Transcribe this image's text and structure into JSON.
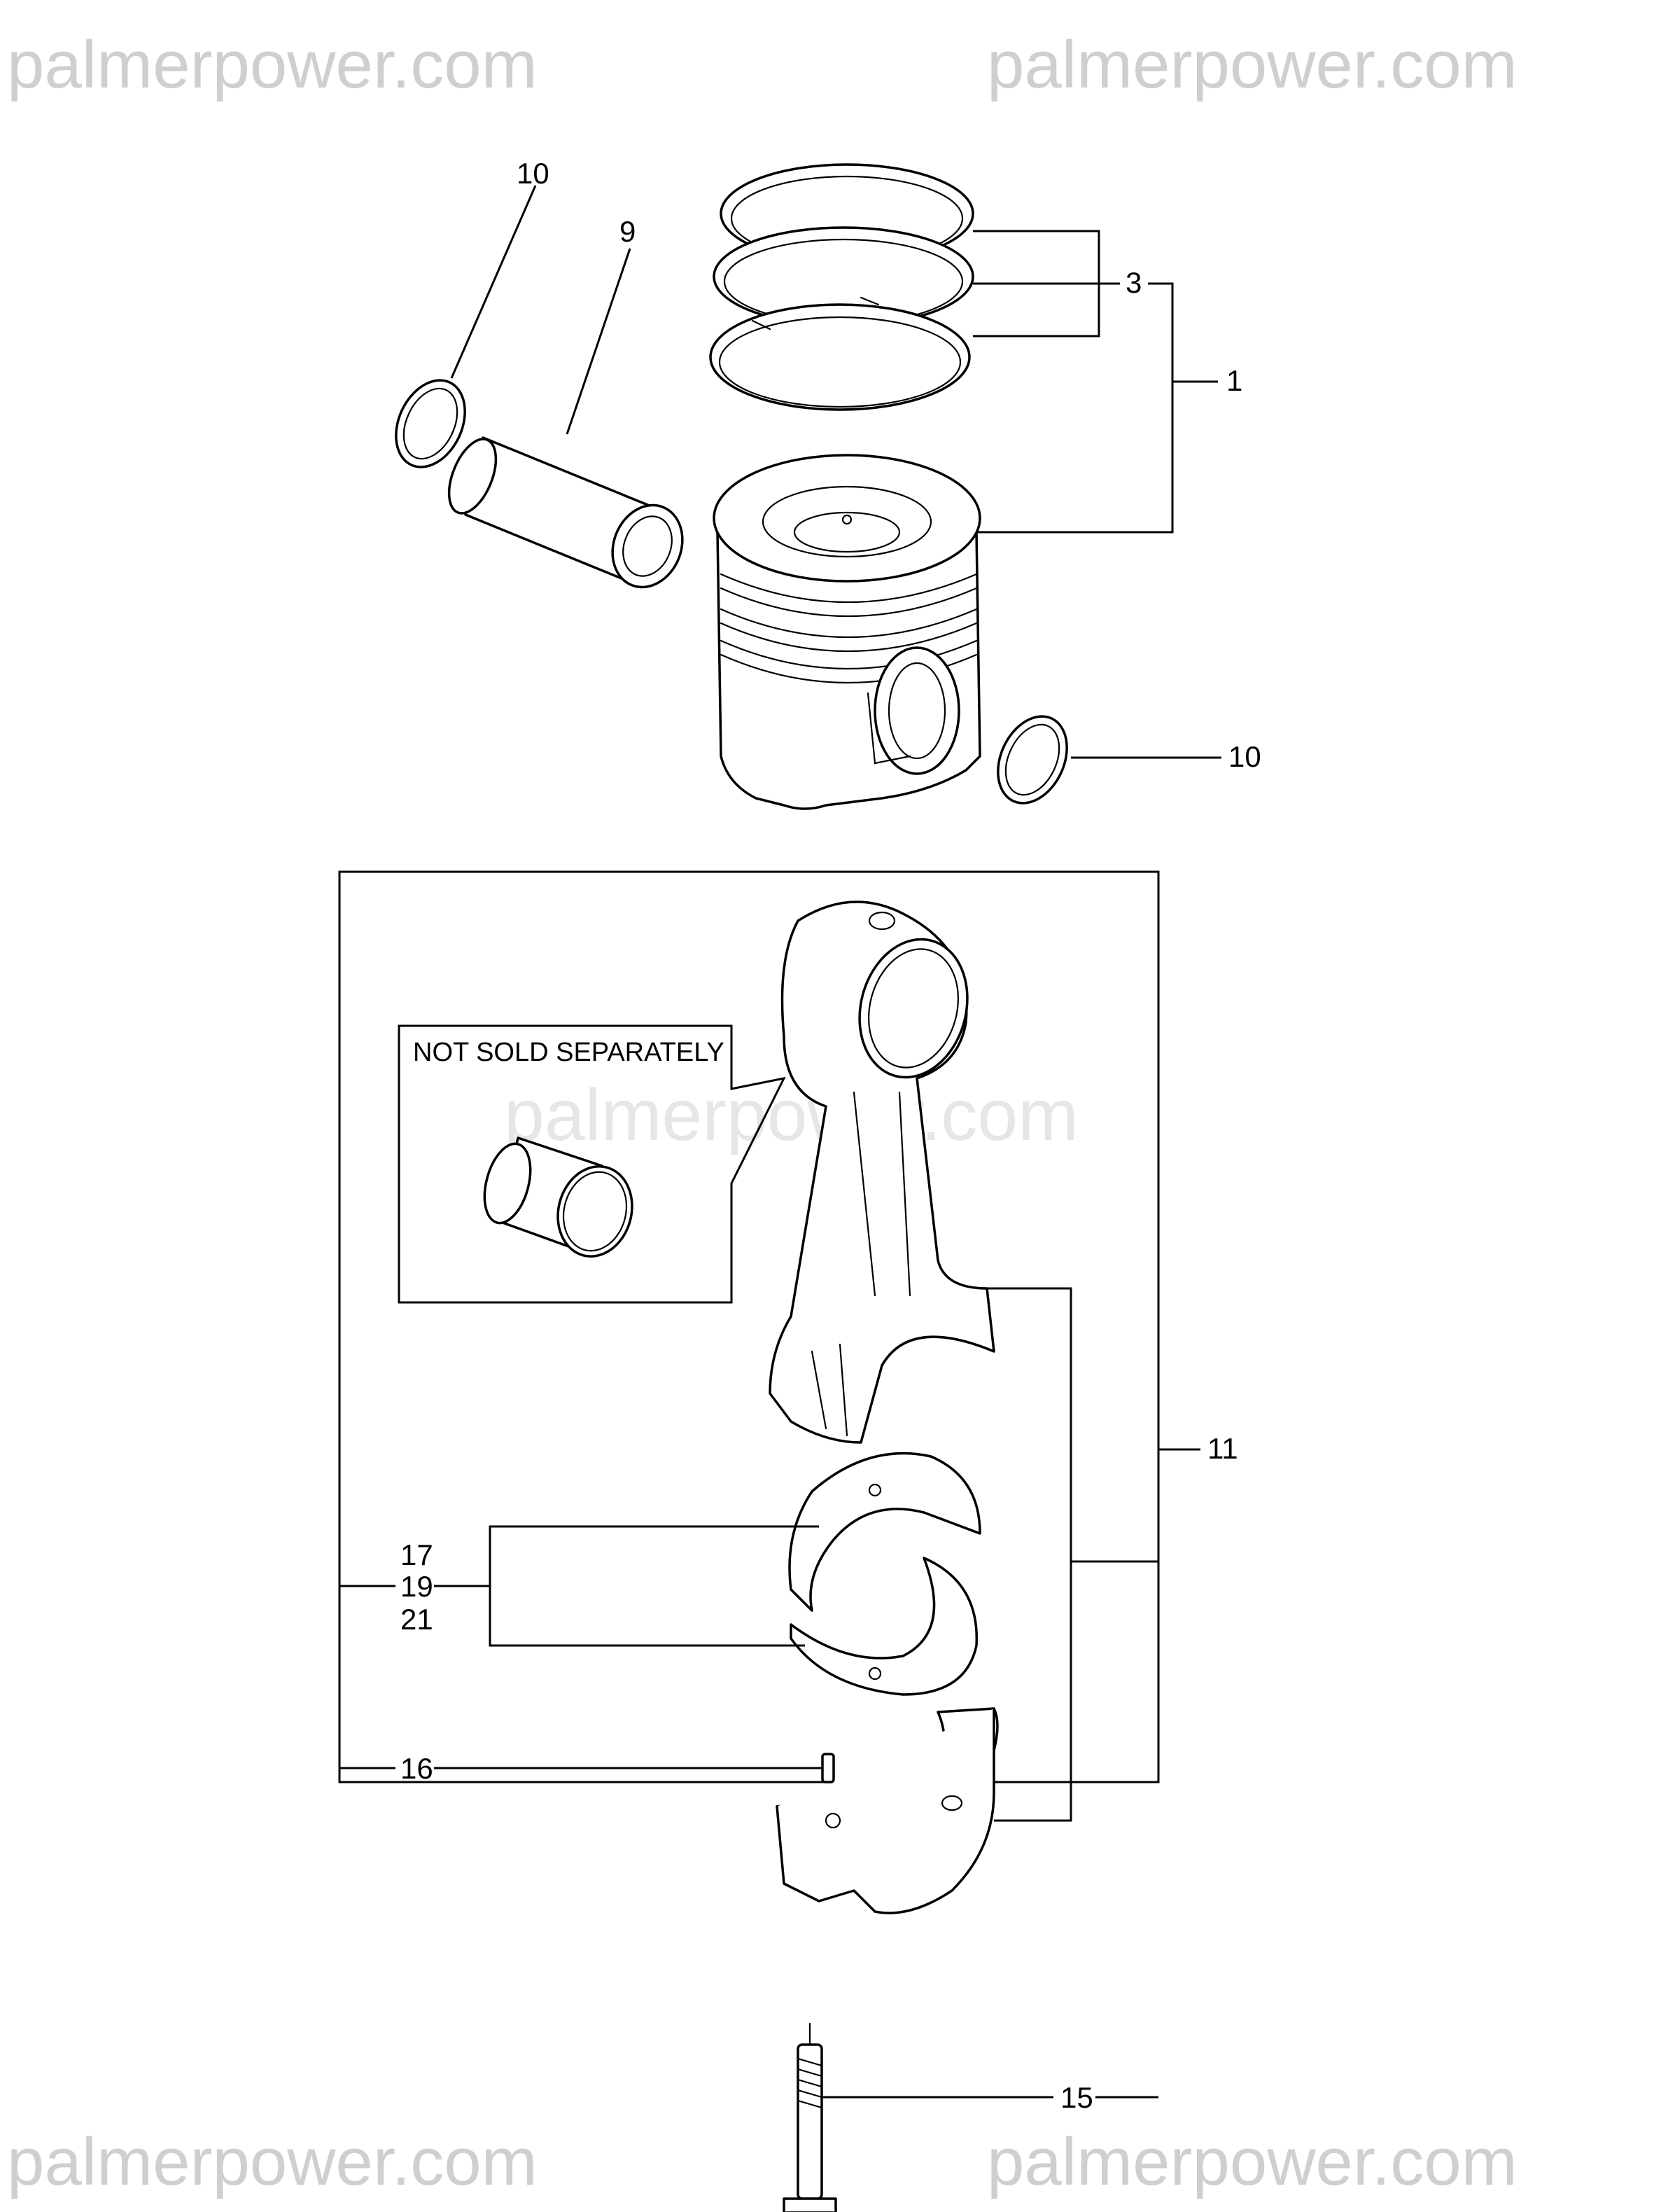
{
  "watermark": {
    "text_top_left": "palmerpower.com",
    "text_top_right": "palmerpower.com",
    "text_center": "palmerpower.com",
    "text_bottom_left": "palmerpower.com",
    "text_bottom_right": "palmerpower.com"
  },
  "callouts": {
    "snap_ring_top": "10",
    "piston_pin": "9",
    "piston_rings": "3",
    "piston_assembly": "1",
    "snap_ring_right": "10",
    "connecting_rod_assembly": "11",
    "bearing_a": "17",
    "bearing_b": "19",
    "bearing_c": "21",
    "dowel_pin": "16",
    "rod_bolt": "15"
  },
  "note_box": {
    "text": "NOT SOLD SEPARATELY"
  },
  "colors": {
    "line": "#000000",
    "watermark": "#cfcfcf",
    "background": "#ffffff"
  }
}
